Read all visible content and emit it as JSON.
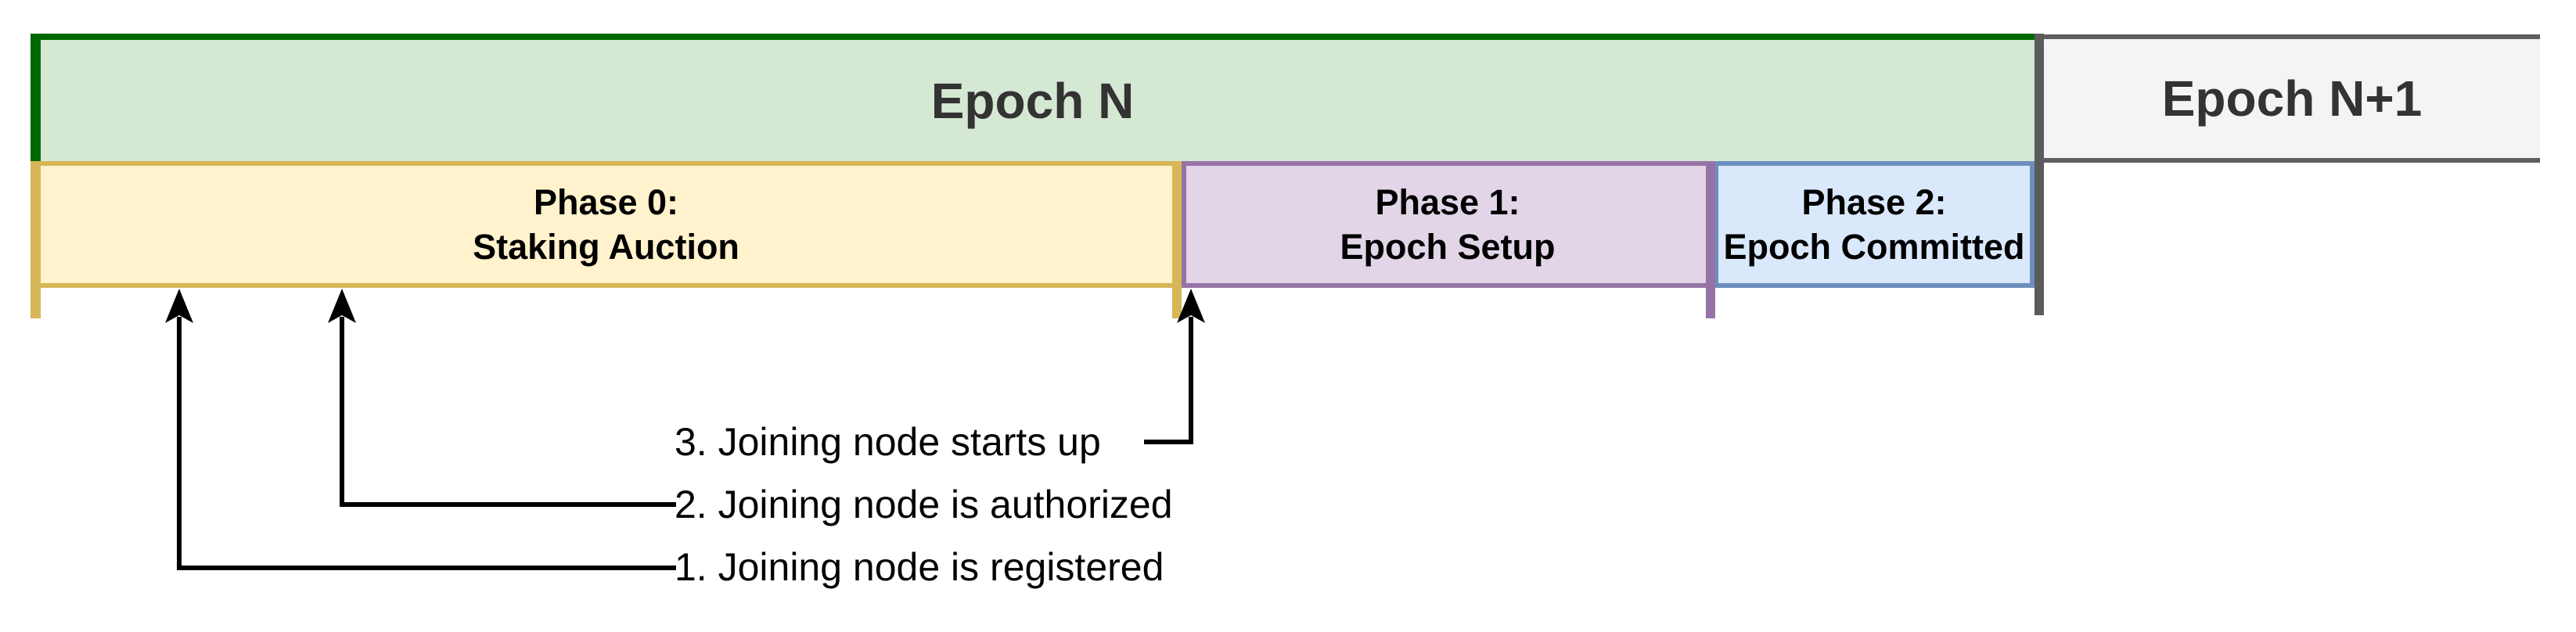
{
  "diagram": {
    "title_row": {
      "epoch_n": {
        "label": "Epoch N",
        "fill": "#D5E8D4",
        "accent": "#006600",
        "text_color": "#333333"
      },
      "epoch_n1": {
        "label": "Epoch N+1",
        "fill": "#F4F4F4",
        "accent": "#5F5F5F",
        "text_color": "#333333"
      }
    },
    "phases": [
      {
        "line1": "Phase 0:",
        "line2": "Staking Auction",
        "fill": "#FFF2CC",
        "border": "#D6B656"
      },
      {
        "line1": "Phase 1:",
        "line2": "Epoch Setup",
        "fill": "#E1D5E7",
        "border": "#9673A6"
      },
      {
        "line1": "Phase 2:",
        "line2": "Epoch Committed",
        "fill": "#DAE8FC",
        "border": "#6C8EBF"
      }
    ],
    "annotations": [
      {
        "label": "1. Joining node is registered"
      },
      {
        "label": "2. Joining node is authorized"
      },
      {
        "label": "3. Joining node starts up"
      }
    ],
    "divider_color": "#5B5B5B",
    "arrow_color": "#000000"
  }
}
